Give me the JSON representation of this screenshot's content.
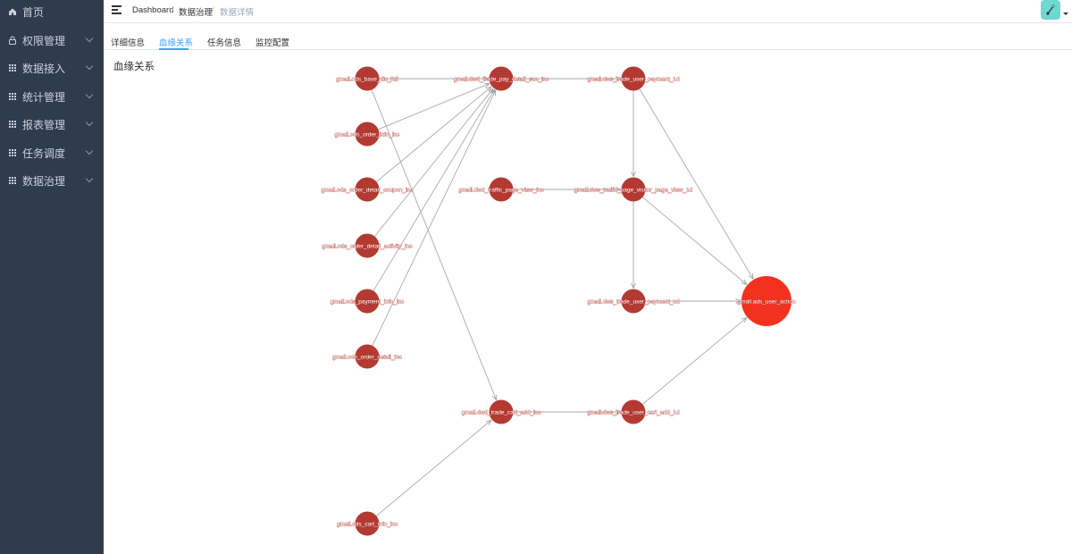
{
  "sidebar": {
    "items": [
      {
        "label": "首页",
        "icon": "home-icon"
      },
      {
        "label": "权限管理",
        "icon": "lock-icon"
      },
      {
        "label": "数据接入",
        "icon": "grid-icon"
      },
      {
        "label": "统计管理",
        "icon": "grid-icon"
      },
      {
        "label": "报表管理",
        "icon": "grid-icon"
      },
      {
        "label": "任务调度",
        "icon": "grid-icon"
      },
      {
        "label": "数据治理",
        "icon": "grid-icon"
      }
    ]
  },
  "breadcrumb": {
    "items": [
      "Dashboard",
      "数据治理",
      "数据详情"
    ],
    "separator": "/"
  },
  "tabs": {
    "items": [
      "详细信息",
      "血缘关系",
      "任务信息",
      "监控配置"
    ],
    "active": "血缘关系"
  },
  "section": {
    "title": "血缘关系"
  },
  "lineage": {
    "nodes": [
      {
        "id": "n1",
        "label": "gmall.ods_base_dic_full",
        "kind": "source"
      },
      {
        "id": "n2",
        "label": "gmall.ods_order_info_inc",
        "kind": "source"
      },
      {
        "id": "n3",
        "label": "gmall.ods_order_detail_coupon_inc",
        "kind": "source"
      },
      {
        "id": "n4",
        "label": "gmall.ods_order_detail_activity_inc",
        "kind": "source"
      },
      {
        "id": "n5",
        "label": "gmall.ods_payment_info_inc",
        "kind": "source"
      },
      {
        "id": "n6",
        "label": "gmall.ods_order_detail_inc",
        "kind": "source"
      },
      {
        "id": "n7",
        "label": "gmall.ods_cart_info_inc",
        "kind": "source"
      },
      {
        "id": "n8",
        "label": "gmall.dwd_trade_pay_detail_suc_inc",
        "kind": "dwd"
      },
      {
        "id": "n9",
        "label": "gmall.dwd_traffic_page_view_inc",
        "kind": "dwd"
      },
      {
        "id": "n10",
        "label": "gmall.dwd_trade_cart_add_inc",
        "kind": "dwd"
      },
      {
        "id": "n11",
        "label": "gmall.dws_trade_user_payment_1d",
        "kind": "dws"
      },
      {
        "id": "n12",
        "label": "gmall.dws_traffic_page_visitor_page_view_1d",
        "kind": "dws"
      },
      {
        "id": "n13",
        "label": "gmall.dws_trade_user_payment_nd",
        "kind": "dws"
      },
      {
        "id": "n14",
        "label": "gmall.dws_trade_user_cart_add_1d",
        "kind": "dws"
      },
      {
        "id": "n15",
        "label": "gmall.ads_user_action",
        "kind": "target"
      }
    ],
    "edges": [
      [
        "n1",
        "n8"
      ],
      [
        "n2",
        "n8"
      ],
      [
        "n3",
        "n8"
      ],
      [
        "n4",
        "n8"
      ],
      [
        "n5",
        "n8"
      ],
      [
        "n6",
        "n8"
      ],
      [
        "n1",
        "n10"
      ],
      [
        "n7",
        "n10"
      ],
      [
        "n8",
        "n11"
      ],
      [
        "n9",
        "n12"
      ],
      [
        "n10",
        "n14"
      ],
      [
        "n11",
        "n12"
      ],
      [
        "n11",
        "n15"
      ],
      [
        "n12",
        "n13"
      ],
      [
        "n12",
        "n15"
      ],
      [
        "n13",
        "n15"
      ],
      [
        "n14",
        "n15"
      ]
    ],
    "colors": {
      "node": "#b33a32",
      "target": "#f2321f",
      "edge": "#aaaaaa"
    }
  }
}
